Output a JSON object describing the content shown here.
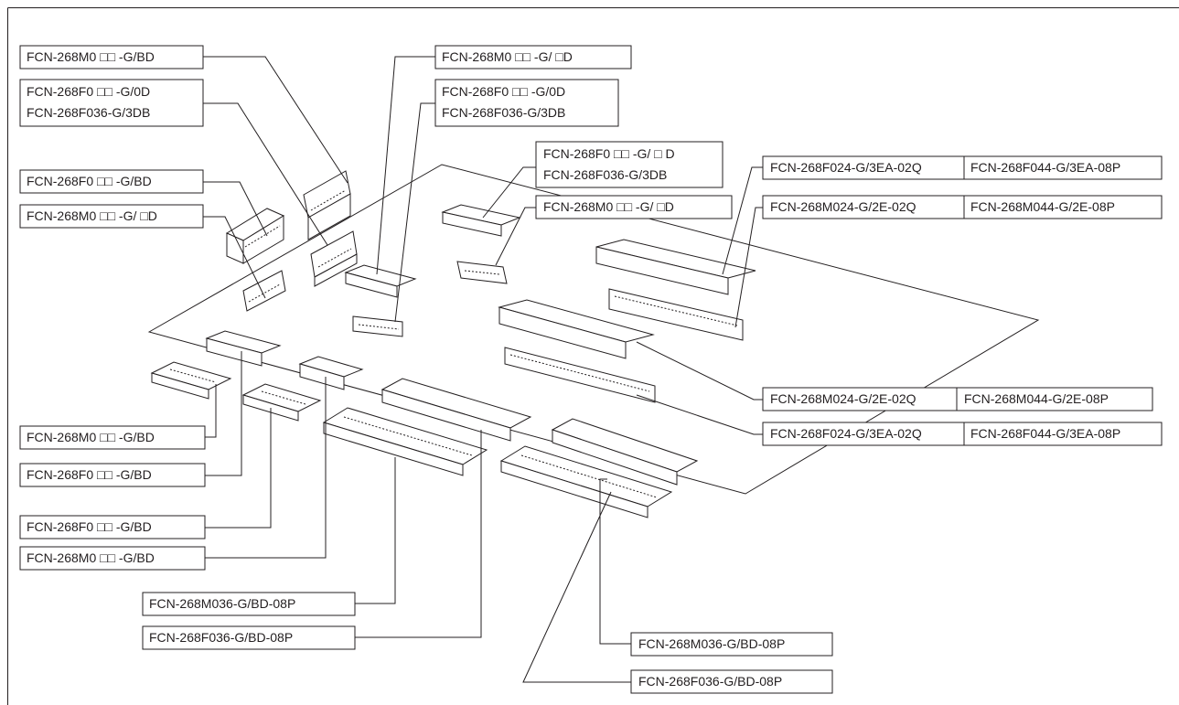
{
  "labels": {
    "l01": "FCN-268M0 □□ -G/BD",
    "l02a": "FCN-268F0 □□ -G/0D",
    "l02b": "FCN-268F036-G/3DB",
    "l03": "FCN-268F0 □□ -G/BD",
    "l04": "FCN-268M0 □□ -G/ □D",
    "l05": "FCN-268M0 □□ -G/ □D",
    "l06a": "FCN-268F0 □□ -G/0D",
    "l06b": "FCN-268F036-G/3DB",
    "l07a": "FCN-268F0 □□ -G/ □ D",
    "l07b": "FCN-268F036-G/3DB",
    "l08": "FCN-268M0 □□ -G/ □D",
    "l09a": "FCN-268F024-G/3EA-02Q",
    "l09b": "FCN-268F044-G/3EA-08P",
    "l10a": "FCN-268M024-G/2E-02Q",
    "l10b": "FCN-268M044-G/2E-08P",
    "l11a": "FCN-268M024-G/2E-02Q",
    "l11b": "FCN-268M044-G/2E-08P",
    "l12a": "FCN-268F024-G/3EA-02Q",
    "l12b": "FCN-268F044-G/3EA-08P",
    "l13": "FCN-268M0 □□ -G/BD",
    "l14": "FCN-268F0 □□ -G/BD",
    "l15": "FCN-268F0 □□ -G/BD",
    "l16": "FCN-268M0 □□ -G/BD",
    "l17": "FCN-268M036-G/BD-08P",
    "l18": "FCN-268F036-G/BD-08P",
    "l19": "FCN-268M036-G/BD-08P",
    "l20": "FCN-268F036-G/BD-08P"
  }
}
